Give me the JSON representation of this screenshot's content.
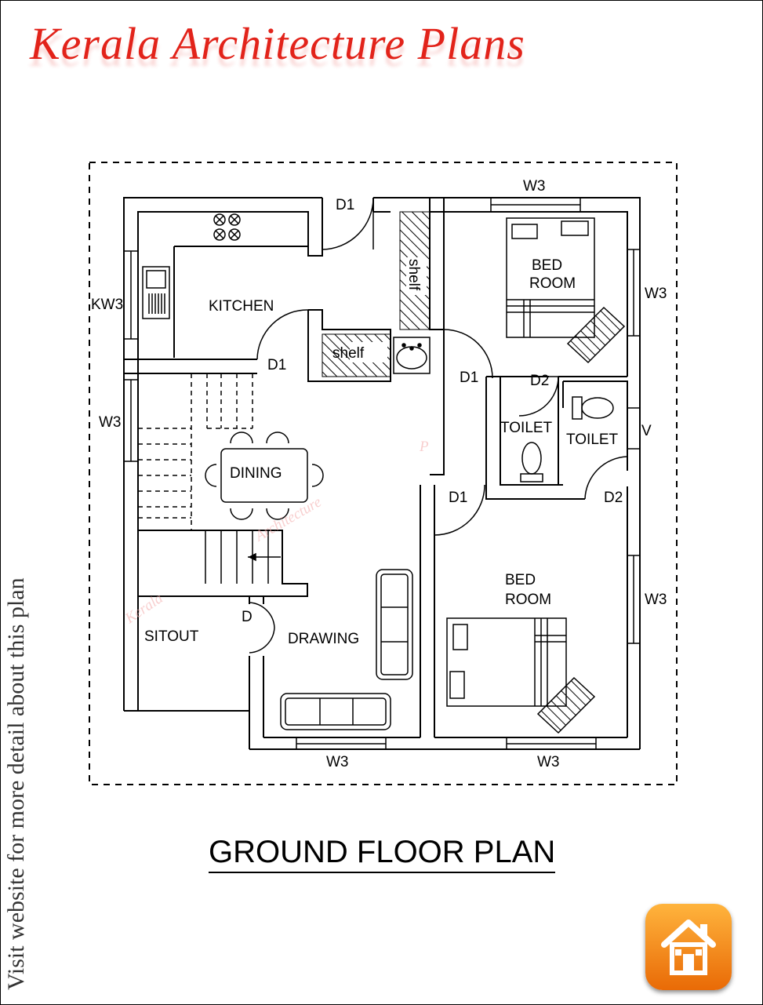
{
  "brand": {
    "text": "Kerala Architecture Plans",
    "color": "#e2231a"
  },
  "side_note": "Visit website for more detail about this plan",
  "plan_title": "GROUND FLOOR PLAN",
  "rooms": {
    "kitchen": "KITCHEN",
    "bedroom_top_1": "BED",
    "bedroom_top_2": "ROOM",
    "bedroom_bottom_1": "BED",
    "bedroom_bottom_2": "ROOM",
    "toilet_left": "TOILET",
    "toilet_right": "TOILET",
    "dining": "DINING",
    "sitout": "SITOUT",
    "drawing": "DRAWING"
  },
  "fixtures": {
    "shelf_vertical": "shelf",
    "shelf_horizontal": "shelf"
  },
  "openings": {
    "d1_top": "D1",
    "d1_kitchen": "D1",
    "d1_toilet": "D1",
    "d2_top": "D2",
    "d1_bedroom": "D1",
    "d2_right": "D2",
    "d_main": "D",
    "kw3": "KW3",
    "w3_top": "W3",
    "w3_right_top": "W3",
    "w3_left": "W3",
    "v": "V",
    "w3_right_bottom": "W3",
    "w3_bottom_left": "W3",
    "w3_bottom_right": "W3"
  },
  "watermark": {
    "letter": "P",
    "word": "Architecture",
    "k": "Kerala"
  },
  "home_icon": "home-icon",
  "colors": {
    "brand": "#e2231a",
    "home_button_top": "#ffb43d",
    "home_button_bottom": "#e96a06"
  }
}
